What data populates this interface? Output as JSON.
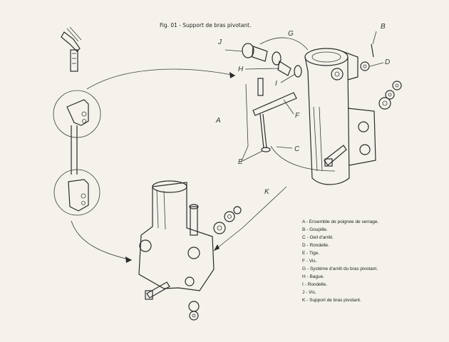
{
  "title": "Fig. 01 - Support de bras pivotant.",
  "callouts": {
    "A": "A",
    "B": "B",
    "C": "C",
    "D": "D",
    "E": "E",
    "F": "F",
    "G": "G",
    "H": "H",
    "I": "I",
    "J": "J",
    "K": "K"
  },
  "legend": [
    {
      "key": "A",
      "text": "A - Ensemble de poignée de serrage."
    },
    {
      "key": "B",
      "text": "B - Goupille."
    },
    {
      "key": "C",
      "text": "C - Oeil d'arrêt."
    },
    {
      "key": "D",
      "text": "D - Rondelle."
    },
    {
      "key": "E",
      "text": "E - Tige."
    },
    {
      "key": "F",
      "text": "F - Vis."
    },
    {
      "key": "G",
      "text": "G - Système d'arrêt du bras pivotant."
    },
    {
      "key": "H",
      "text": "H - Bague."
    },
    {
      "key": "I",
      "text": "I - Rondelle."
    },
    {
      "key": "J",
      "text": "J - Vis."
    },
    {
      "key": "K",
      "text": "K - Support de bras pivotant."
    }
  ]
}
